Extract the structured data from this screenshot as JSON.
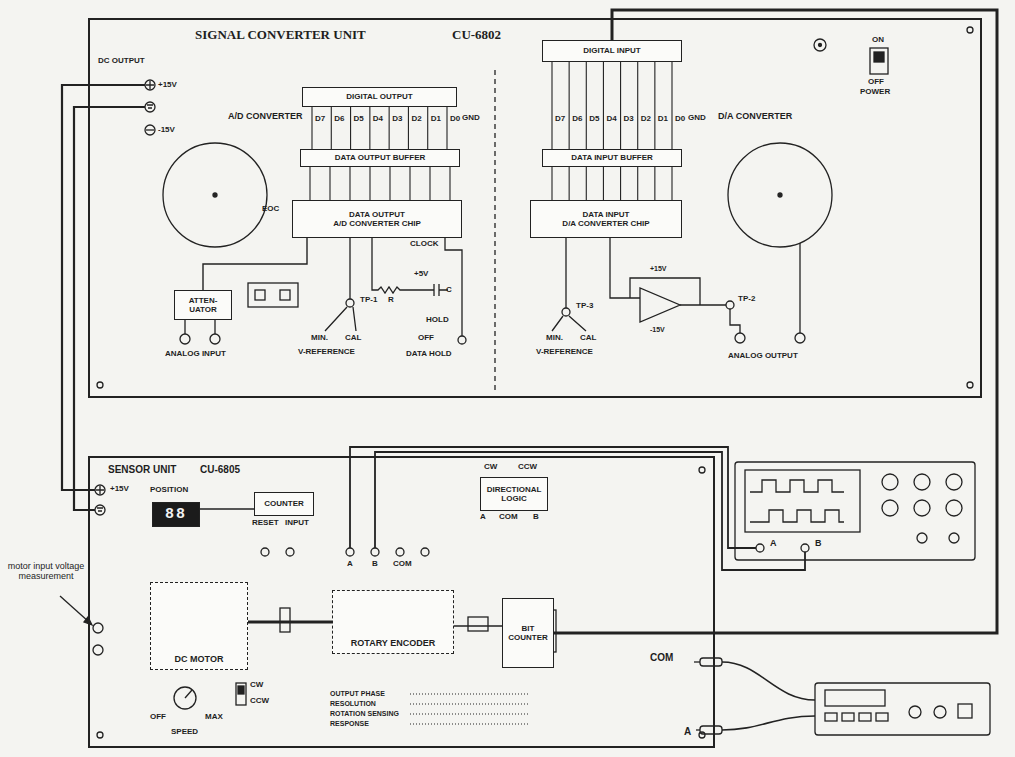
{
  "diagram": {
    "nodes": [
      {
        "text": [
          "SIGNAL CONVERTER UNIT",
          "CU-6802"
        ]
      },
      {
        "text": [
          "DIGITAL OUTPUT"
        ],
        "in": 0
      },
      {
        "text": [
          "DATA OUTPUT BUFFER"
        ],
        "in": 0
      },
      {
        "text": [
          "DATA OUTPUT",
          "A/D CONVERTER CHIP"
        ],
        "in": 0
      },
      {
        "text": [
          "ATTEN- UATOR"
        ],
        "in": 0
      },
      {
        "text": [
          "DIGITAL INPUT"
        ],
        "in": 0
      },
      {
        "text": [
          "DATA INPUT BUFFER"
        ],
        "in": 0
      },
      {
        "text": [
          "DATA INPUT",
          "D/A CONVERTER CHIP"
        ],
        "in": 0
      },
      {
        "text": [
          "SENSOR UNIT",
          "CU-6805"
        ]
      },
      {
        "text": [
          "88"
        ],
        "in": 8
      },
      {
        "text": [
          "COUNTER"
        ],
        "in": 8
      },
      {
        "text": [
          "DIRECTIONAL LOGIC"
        ],
        "in": 8
      },
      {
        "text": [
          "DC MOTOR"
        ],
        "in": 8
      },
      {
        "text": [
          "ROTARY ENCODER"
        ],
        "in": 8
      },
      {
        "text": [
          "BIT COUNTER"
        ],
        "in": 8
      }
    ],
    "edges": [
      {
        "from": 1,
        "to": 2,
        "arrow": "none"
      },
      {
        "from": 2,
        "to": 3,
        "arrow": "none"
      },
      {
        "from": 5,
        "to": 6,
        "arrow": "none"
      },
      {
        "from": 6,
        "to": 7,
        "arrow": "none"
      },
      {
        "from": 4,
        "to": 3,
        "arrow": "none"
      },
      {
        "from": 10,
        "to": 9,
        "arrow": "none"
      },
      {
        "from": 12,
        "to": 13,
        "arrow": "none"
      },
      {
        "from": 13,
        "to": 14,
        "arrow": "none"
      },
      {
        "from": 5,
        "to": 14,
        "arrow": "none"
      }
    ],
    "labels": [
      "DC OUTPUT",
      "+15V",
      "-15V",
      "A/D CONVERTER",
      "D7",
      "D6",
      "D5",
      "D4",
      "D3",
      "D2",
      "D1",
      "D0",
      "GND",
      "D7",
      "D6",
      "D5",
      "D4",
      "D3",
      "D2",
      "D1",
      "D0",
      "GND",
      "EOC",
      "CLOCK",
      "TP-1",
      "MIN.",
      "CAL",
      "V-REFERENCE",
      "R",
      "C",
      "+5V",
      "HOLD",
      "OFF",
      "DATA HOLD",
      "ANALOG INPUT",
      "D/A CONVERTER",
      "ON",
      "OFF",
      "POWER",
      "TP-3",
      "MIN.",
      "CAL",
      "V-REFERENCE",
      "+15V",
      "-15V",
      "TP-2",
      "ANALOG OUTPUT",
      "+15V",
      "POSITION",
      "RESET",
      "INPUT",
      "A",
      "B",
      "COM",
      "CW",
      "CCW",
      "A",
      "COM",
      "B",
      "motor input voltage measurement",
      "OFF",
      "MAX",
      "SPEED",
      "CW",
      "CCW",
      "OUTPUT PHASE",
      "RESOLUTION",
      "ROTATION SENSING",
      "RESPONSE",
      "A",
      "B",
      "COM",
      "A"
    ]
  }
}
